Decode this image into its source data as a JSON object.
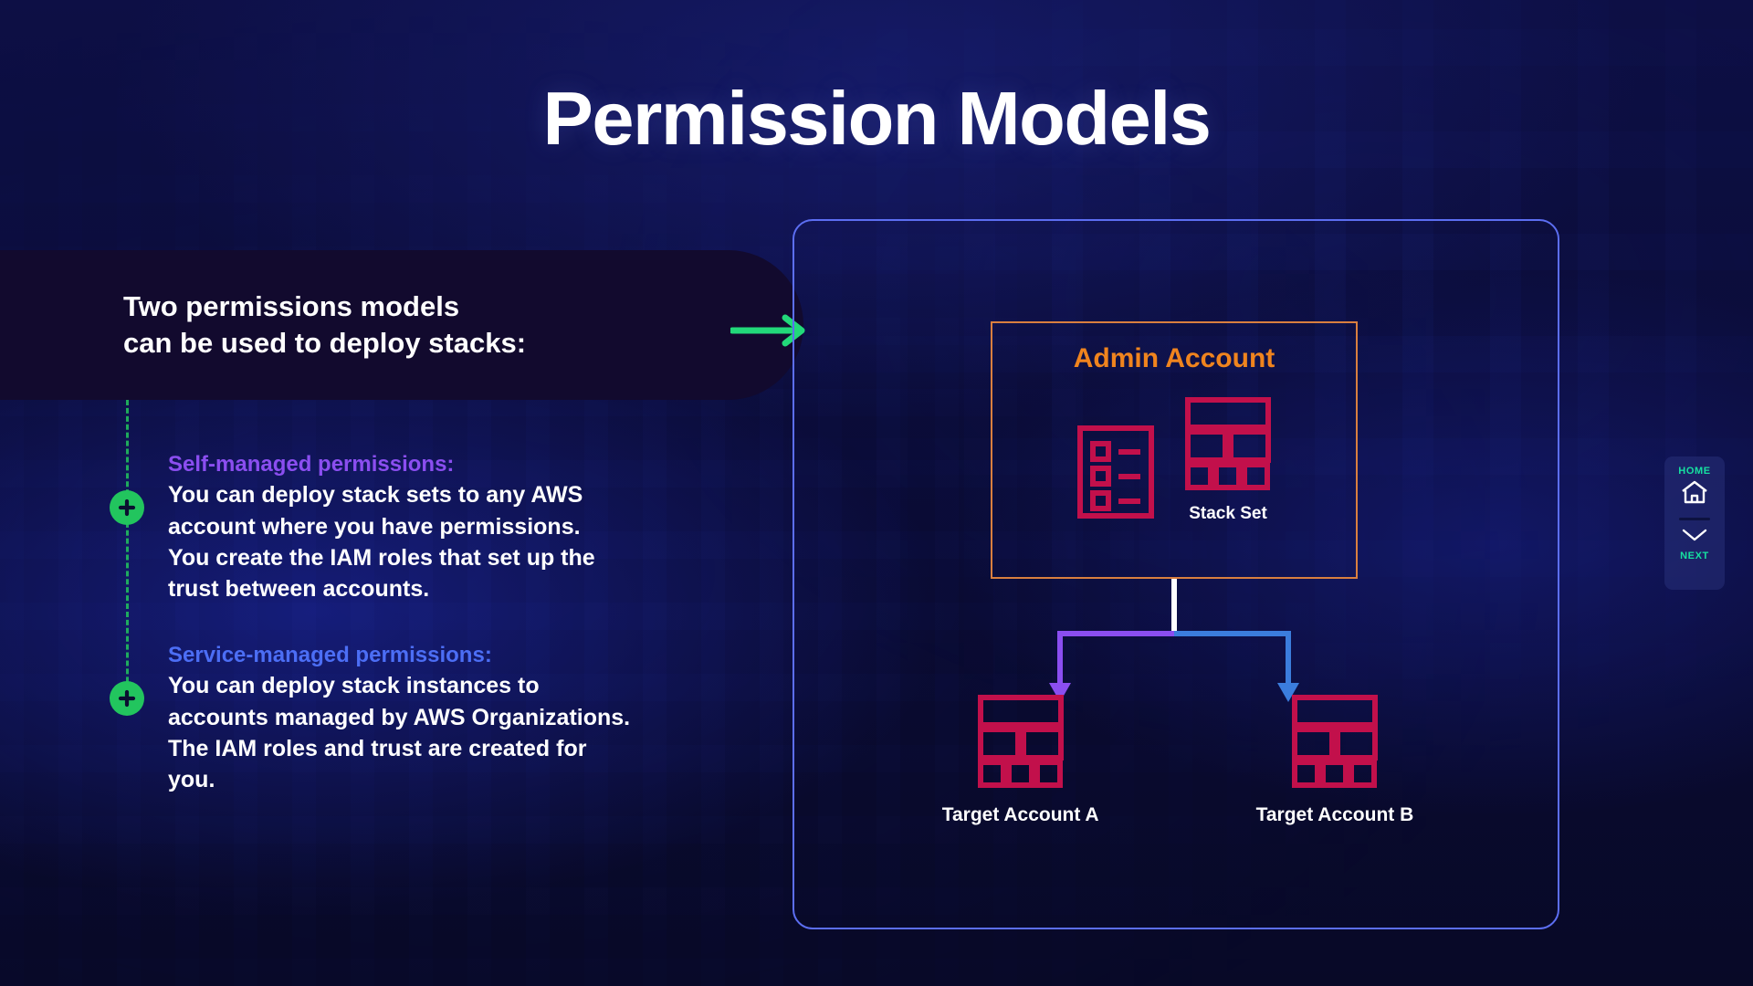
{
  "slide": {
    "title": "Permission Models",
    "callout": "Two permissions models\ncan be used to deploy stacks:",
    "arrow_icon": "green-right-arrow-icon"
  },
  "bullets": [
    {
      "marker_icon": "plus-circle-icon",
      "heading": "Self-managed permissions:",
      "heading_color": "#8b4ef0",
      "text": "You can deploy stack sets to any AWS\naccount where you have permissions.\nYou create the IAM roles that set up the\ntrust between accounts."
    },
    {
      "marker_icon": "plus-circle-icon",
      "heading": "Service-managed permissions:",
      "heading_color": "#4c6ef5",
      "text": "You can deploy stack instances to\naccounts managed by AWS Organizations.\nThe IAM roles and trust are created for\nyou."
    }
  ],
  "diagram": {
    "admin": {
      "title": "Admin Account",
      "border_color": "#d97f3f",
      "title_color": "#f0841e",
      "checklist_icon": "checklist-icon",
      "stackset_icon": "stack-grid-icon",
      "stackset_label": "Stack Set"
    },
    "connector": {
      "trunk_color": "#ffffff",
      "left_branch_color": "#8b4ef0",
      "right_branch_color": "#3b7ddd"
    },
    "targets": [
      {
        "icon": "stack-grid-icon",
        "label": "Target Account A",
        "arrow_color": "#8b4ef0"
      },
      {
        "icon": "stack-grid-icon",
        "label": "Target Account B",
        "arrow_color": "#3b7ddd"
      }
    ],
    "icon_color": "#c2104b",
    "border_color": "#5c6ef2"
  },
  "nav": {
    "home_label": "HOME",
    "home_icon": "home-icon",
    "next_icon": "chevron-down-icon",
    "next_label": "NEXT",
    "accent_color": "#16e0a0"
  }
}
